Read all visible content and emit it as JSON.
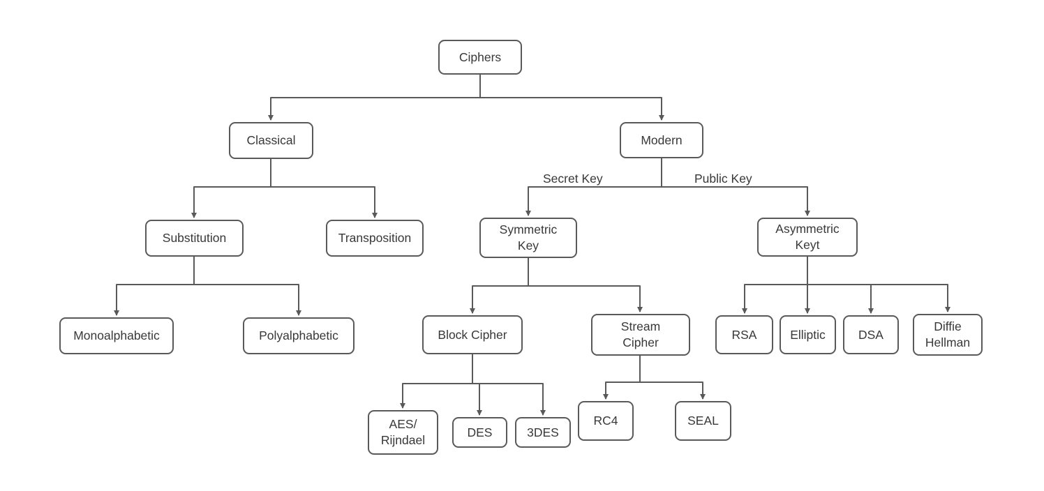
{
  "diagram": {
    "colors": {
      "line": "#595959",
      "node_border": "#595959",
      "node_background": "#ffffff",
      "text": "#383838"
    },
    "tree": {
      "label": "Ciphers",
      "children": [
        {
          "label": "Classical",
          "children": [
            {
              "label": "Substitution",
              "children": [
                {
                  "label": "Monoalphabetic"
                },
                {
                  "label": "Polyalphabetic"
                }
              ]
            },
            {
              "label": "Transposition"
            }
          ]
        },
        {
          "label": "Modern",
          "children": [
            {
              "label": "Symmetric\nKey",
              "edge_label": "Secret Key",
              "children": [
                {
                  "label": "Block Cipher",
                  "children": [
                    {
                      "label": "AES/\nRijndael"
                    },
                    {
                      "label": "DES"
                    },
                    {
                      "label": "3DES"
                    }
                  ]
                },
                {
                  "label": "Stream\nCipher",
                  "children": [
                    {
                      "label": "RC4"
                    },
                    {
                      "label": "SEAL"
                    }
                  ]
                }
              ]
            },
            {
              "label": "Asymmetric\nKeyt",
              "edge_label": "Public Key",
              "children": [
                {
                  "label": "RSA"
                },
                {
                  "label": "Elliptic"
                },
                {
                  "label": "DSA"
                },
                {
                  "label": "Diffie\nHellman"
                }
              ]
            }
          ]
        }
      ]
    }
  }
}
